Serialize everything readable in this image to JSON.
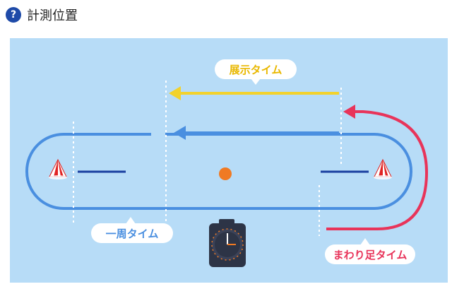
{
  "header": {
    "title": "計測位置",
    "help_icon": "question-circle-icon",
    "help_glyph": "?"
  },
  "diagram": {
    "labels": {
      "exhibition_time": "展示タイム",
      "lap_time": "一周タイム",
      "turn_time": "まわり足タイム"
    },
    "colors": {
      "background": "#b7dcf7",
      "track": "#4a8fe0",
      "exhibition": "#f2d22c",
      "turn": "#e8345a",
      "marker_lines": "#1a3fa0",
      "center_dot": "#f07a23"
    },
    "icons": [
      "turn-mark-icon-left",
      "turn-mark-icon-right",
      "stopwatch-icon"
    ]
  }
}
